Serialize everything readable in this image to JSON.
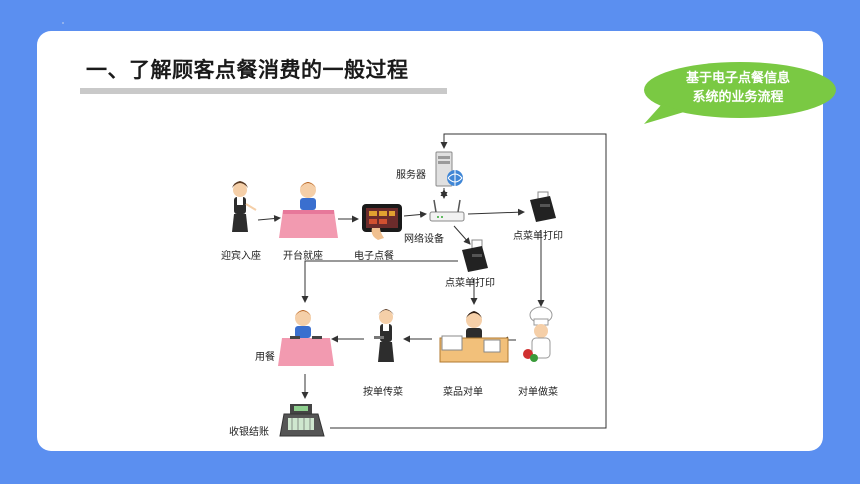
{
  "slide": {
    "title": "一、了解顾客点餐消费的一般过程",
    "callout": {
      "line1": "基于电子点餐信息",
      "line2": "系统的业务流程",
      "color": "#7ac943"
    },
    "background_color": "#5b8ff0"
  },
  "diagram": {
    "nodes": {
      "greet": "迎宾入座",
      "table": "开台就座",
      "order": "电子点餐",
      "server": "服务器",
      "network": "网络设备",
      "printer1": "点菜单打印",
      "printer2": "点菜单打印",
      "dine": "用餐",
      "deliver": "按单传菜",
      "check": "菜品对单",
      "cook": "对单做菜",
      "checkout": "收银结账"
    }
  }
}
